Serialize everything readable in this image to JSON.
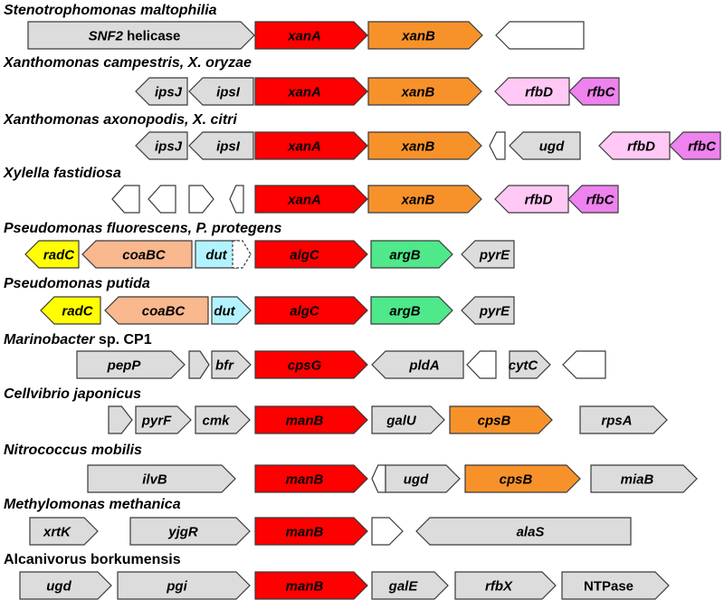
{
  "colors": {
    "red": "#ff0000",
    "orange": "#f7922b",
    "grey": "#dcdcdc",
    "white": "#ffffff",
    "pink": "#ffc8f5",
    "magenta": "#ee82ee",
    "yellow": "#ffff00",
    "salmon": "#f9b88e",
    "cyan": "#b3f3ff",
    "green": "#4fe88a"
  },
  "organisms": [
    {
      "title": [
        {
          "t": "Stenotrophomonas maltophilia",
          "i": true
        }
      ],
      "genes": [
        {
          "label": [
            {
              "t": "SNF2",
              "i": true
            },
            {
              "t": " helicase",
              "i": false
            }
          ],
          "dir": "R",
          "color": "grey"
        },
        {
          "label": [
            {
              "t": "xanA",
              "i": true
            }
          ],
          "dir": "R",
          "color": "red"
        },
        {
          "label": [
            {
              "t": "xanB",
              "i": true
            }
          ],
          "dir": "R",
          "color": "orange"
        },
        {
          "label": [],
          "dir": "L",
          "color": "white"
        }
      ]
    },
    {
      "title": [
        {
          "t": "Xanthomonas campestris, X. oryzae",
          "i": true
        }
      ],
      "genes": [
        {
          "label": [
            {
              "t": "ipsJ",
              "i": true
            }
          ],
          "dir": "L",
          "color": "grey"
        },
        {
          "label": [
            {
              "t": "ipsI",
              "i": true
            }
          ],
          "dir": "L",
          "color": "grey"
        },
        {
          "label": [
            {
              "t": "xanA",
              "i": true
            }
          ],
          "dir": "R",
          "color": "red"
        },
        {
          "label": [
            {
              "t": "xanB",
              "i": true
            }
          ],
          "dir": "R",
          "color": "orange"
        },
        {
          "label": [
            {
              "t": "rfbD",
              "i": true
            }
          ],
          "dir": "L",
          "color": "pink"
        },
        {
          "label": [
            {
              "t": "rfbC",
              "i": true
            }
          ],
          "dir": "L",
          "color": "magenta"
        }
      ]
    },
    {
      "title": [
        {
          "t": "Xanthomonas axonopodis, X. citri",
          "i": true
        }
      ],
      "genes": [
        {
          "label": [
            {
              "t": "ipsJ",
              "i": true
            }
          ],
          "dir": "L",
          "color": "grey"
        },
        {
          "label": [
            {
              "t": "ipsI",
              "i": true
            }
          ],
          "dir": "L",
          "color": "grey"
        },
        {
          "label": [
            {
              "t": "xanA",
              "i": true
            }
          ],
          "dir": "R",
          "color": "red"
        },
        {
          "label": [
            {
              "t": "xanB",
              "i": true
            }
          ],
          "dir": "R",
          "color": "orange"
        },
        {
          "label": [],
          "dir": "L",
          "color": "white"
        },
        {
          "label": [
            {
              "t": "ugd",
              "i": true
            }
          ],
          "dir": "L",
          "color": "grey"
        },
        {
          "label": [
            {
              "t": "rfbD",
              "i": true
            }
          ],
          "dir": "L",
          "color": "pink"
        },
        {
          "label": [
            {
              "t": "rfbC",
              "i": true
            }
          ],
          "dir": "L",
          "color": "magenta"
        }
      ]
    },
    {
      "title": [
        {
          "t": "Xylella fastidiosa",
          "i": true
        }
      ],
      "genes": [
        {
          "label": [],
          "dir": "L",
          "color": "white"
        },
        {
          "label": [],
          "dir": "L",
          "color": "white"
        },
        {
          "label": [],
          "dir": "R",
          "color": "white"
        },
        {
          "label": [],
          "dir": "L",
          "color": "white"
        },
        {
          "label": [
            {
              "t": "xanA",
              "i": true
            }
          ],
          "dir": "R",
          "color": "red"
        },
        {
          "label": [
            {
              "t": "xanB",
              "i": true
            }
          ],
          "dir": "R",
          "color": "orange"
        },
        {
          "label": [
            {
              "t": "rfbD",
              "i": true
            }
          ],
          "dir": "L",
          "color": "pink"
        },
        {
          "label": [
            {
              "t": "rfbC",
              "i": true
            }
          ],
          "dir": "L",
          "color": "magenta"
        }
      ]
    },
    {
      "title": [
        {
          "t": "Pseudomonas fluorescens, P. protegens",
          "i": true
        }
      ],
      "genes": [
        {
          "label": [
            {
              "t": "radC",
              "i": true
            }
          ],
          "dir": "L",
          "color": "yellow"
        },
        {
          "label": [
            {
              "t": "coaBC",
              "i": true
            }
          ],
          "dir": "L",
          "color": "salmon"
        },
        {
          "label": [
            {
              "t": "dut",
              "i": true
            }
          ],
          "dir": "R",
          "color": "cyan"
        },
        {
          "label": [],
          "dir": "R",
          "color": "white",
          "dashed": true
        },
        {
          "label": [
            {
              "t": "algC",
              "i": true
            }
          ],
          "dir": "R",
          "color": "red"
        },
        {
          "label": [
            {
              "t": "argB",
              "i": true
            }
          ],
          "dir": "R",
          "color": "green"
        },
        {
          "label": [
            {
              "t": "pyrE",
              "i": true
            }
          ],
          "dir": "L",
          "color": "grey"
        }
      ]
    },
    {
      "title": [
        {
          "t": "Pseudomonas putida",
          "i": true
        }
      ],
      "genes": [
        {
          "label": [
            {
              "t": "radC",
              "i": true
            }
          ],
          "dir": "L",
          "color": "yellow"
        },
        {
          "label": [
            {
              "t": "coaBC",
              "i": true
            }
          ],
          "dir": "L",
          "color": "salmon"
        },
        {
          "label": [
            {
              "t": "dut",
              "i": true
            }
          ],
          "dir": "R",
          "color": "cyan"
        },
        {
          "label": [
            {
              "t": "algC",
              "i": true
            }
          ],
          "dir": "R",
          "color": "red"
        },
        {
          "label": [
            {
              "t": "argB",
              "i": true
            }
          ],
          "dir": "R",
          "color": "green"
        },
        {
          "label": [
            {
              "t": "pyrE",
              "i": true
            }
          ],
          "dir": "L",
          "color": "grey"
        }
      ]
    },
    {
      "title": [
        {
          "t": "Marinobacter",
          "i": true
        },
        {
          "t": " sp. CP1",
          "i": false
        }
      ],
      "genes": [
        {
          "label": [
            {
              "t": "pepP",
              "i": true
            }
          ],
          "dir": "R",
          "color": "grey"
        },
        {
          "label": [],
          "dir": "R",
          "color": "grey"
        },
        {
          "label": [
            {
              "t": "bfr",
              "i": true
            }
          ],
          "dir": "R",
          "color": "grey"
        },
        {
          "label": [
            {
              "t": "cpsG",
              "i": true
            }
          ],
          "dir": "R",
          "color": "red"
        },
        {
          "label": [
            {
              "t": "pldA",
              "i": true
            }
          ],
          "dir": "L",
          "color": "grey"
        },
        {
          "label": [],
          "dir": "L",
          "color": "white"
        },
        {
          "label": [
            {
              "t": "cytC",
              "i": true
            }
          ],
          "dir": "R",
          "color": "grey"
        },
        {
          "label": [],
          "dir": "L",
          "color": "white"
        }
      ]
    },
    {
      "title": [
        {
          "t": "Cellvibrio japonicus",
          "i": true
        }
      ],
      "genes": [
        {
          "label": [],
          "dir": "R",
          "color": "grey"
        },
        {
          "label": [
            {
              "t": "pyrF",
              "i": true
            }
          ],
          "dir": "R",
          "color": "grey"
        },
        {
          "label": [
            {
              "t": "cmk",
              "i": true
            }
          ],
          "dir": "R",
          "color": "grey"
        },
        {
          "label": [
            {
              "t": "manB",
              "i": true
            }
          ],
          "dir": "R",
          "color": "red"
        },
        {
          "label": [
            {
              "t": "galU",
              "i": true
            }
          ],
          "dir": "R",
          "color": "grey"
        },
        {
          "label": [
            {
              "t": "cpsB",
              "i": true
            }
          ],
          "dir": "R",
          "color": "orange"
        },
        {
          "label": [
            {
              "t": "rpsA",
              "i": true
            }
          ],
          "dir": "R",
          "color": "grey"
        }
      ]
    },
    {
      "title": [
        {
          "t": "Nitrococcus mobilis",
          "i": true
        }
      ],
      "genes": [
        {
          "label": [
            {
              "t": "ilvB",
              "i": true
            }
          ],
          "dir": "R",
          "color": "grey"
        },
        {
          "label": [
            {
              "t": "manB",
              "i": true
            }
          ],
          "dir": "R",
          "color": "red"
        },
        {
          "label": [],
          "dir": "L",
          "color": "white"
        },
        {
          "label": [
            {
              "t": "ugd",
              "i": true
            }
          ],
          "dir": "R",
          "color": "grey"
        },
        {
          "label": [
            {
              "t": "cpsB",
              "i": true
            }
          ],
          "dir": "R",
          "color": "orange"
        },
        {
          "label": [
            {
              "t": "miaB",
              "i": true
            }
          ],
          "dir": "R",
          "color": "grey"
        }
      ]
    },
    {
      "title": [
        {
          "t": "Methylomonas methanica",
          "i": true
        }
      ],
      "genes": [
        {
          "label": [
            {
              "t": "xrtK",
              "i": true
            }
          ],
          "dir": "R",
          "color": "grey"
        },
        {
          "label": [
            {
              "t": "yjgR",
              "i": true
            }
          ],
          "dir": "R",
          "color": "grey"
        },
        {
          "label": [
            {
              "t": "manB",
              "i": true
            }
          ],
          "dir": "R",
          "color": "red"
        },
        {
          "label": [],
          "dir": "R",
          "color": "white"
        },
        {
          "label": [
            {
              "t": "alaS",
              "i": true
            }
          ],
          "dir": "L",
          "color": "grey"
        }
      ]
    },
    {
      "title": [
        {
          "t": "Alcanivorus borkumensis",
          "i": false
        }
      ],
      "genes": [
        {
          "label": [
            {
              "t": "ugd",
              "i": true
            }
          ],
          "dir": "R",
          "color": "grey"
        },
        {
          "label": [
            {
              "t": "pgi",
              "i": true
            }
          ],
          "dir": "R",
          "color": "grey"
        },
        {
          "label": [
            {
              "t": "manB",
              "i": true
            }
          ],
          "dir": "R",
          "color": "red"
        },
        {
          "label": [
            {
              "t": "galE",
              "i": true
            }
          ],
          "dir": "R",
          "color": "grey"
        },
        {
          "label": [
            {
              "t": "rfbX",
              "i": true
            }
          ],
          "dir": "R",
          "color": "grey"
        },
        {
          "label": [
            {
              "t": "NTPase",
              "i": false
            }
          ],
          "dir": "R",
          "color": "grey"
        }
      ]
    }
  ]
}
